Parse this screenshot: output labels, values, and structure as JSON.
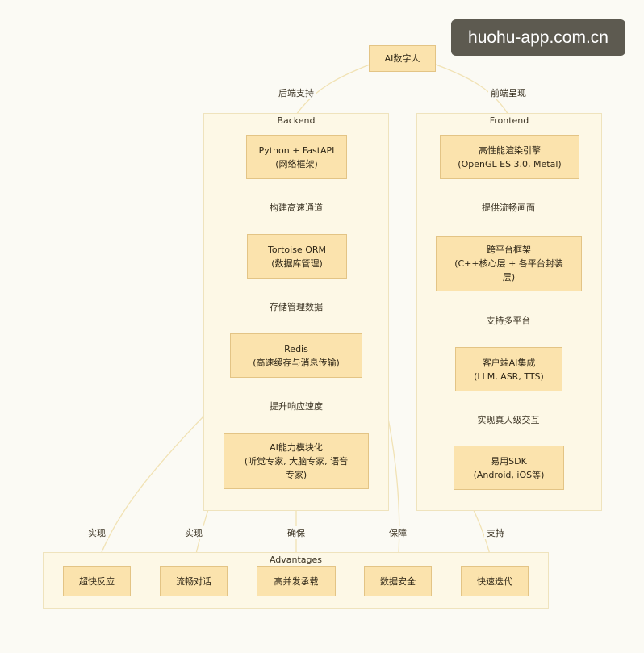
{
  "root": {
    "label": "AI数字人"
  },
  "branches": {
    "backend_edge": "后端支持",
    "frontend_edge": "前端呈现"
  },
  "backend": {
    "title": "Backend",
    "nodes": [
      {
        "lines": [
          "Python + FastAPI",
          "(网络框架)"
        ]
      },
      {
        "lines": [
          "Tortoise ORM",
          "(数据库管理)"
        ]
      },
      {
        "lines": [
          "Redis",
          "(高速缓存与消息传输)"
        ]
      },
      {
        "lines": [
          "AI能力模块化",
          "(听觉专家, 大脑专家, 语音",
          "专家)"
        ]
      }
    ],
    "edges": [
      "构建高速通道",
      "存储管理数据",
      "提升响应速度"
    ]
  },
  "frontend": {
    "title": "Frontend",
    "nodes": [
      {
        "lines": [
          "高性能渲染引擎",
          "(OpenGL ES 3.0, Metal)"
        ]
      },
      {
        "lines": [
          "跨平台框架",
          "(C++核心层 + 各平台封装",
          "层)"
        ]
      },
      {
        "lines": [
          "客户端AI集成",
          "(LLM, ASR, TTS)"
        ]
      },
      {
        "lines": [
          "易用SDK",
          "(Android, iOS等)"
        ]
      }
    ],
    "edges": [
      "提供流畅画面",
      "支持多平台",
      "实现真人级交互"
    ]
  },
  "advantages": {
    "title": "Advantages",
    "items": [
      "超快反应",
      "流畅对话",
      "高并发承载",
      "数据安全",
      "快速迭代"
    ],
    "edges": [
      "实现",
      "实现",
      "确保",
      "保障",
      "支持"
    ]
  },
  "watermark": {
    "text": "huohu-app.com.cn"
  }
}
